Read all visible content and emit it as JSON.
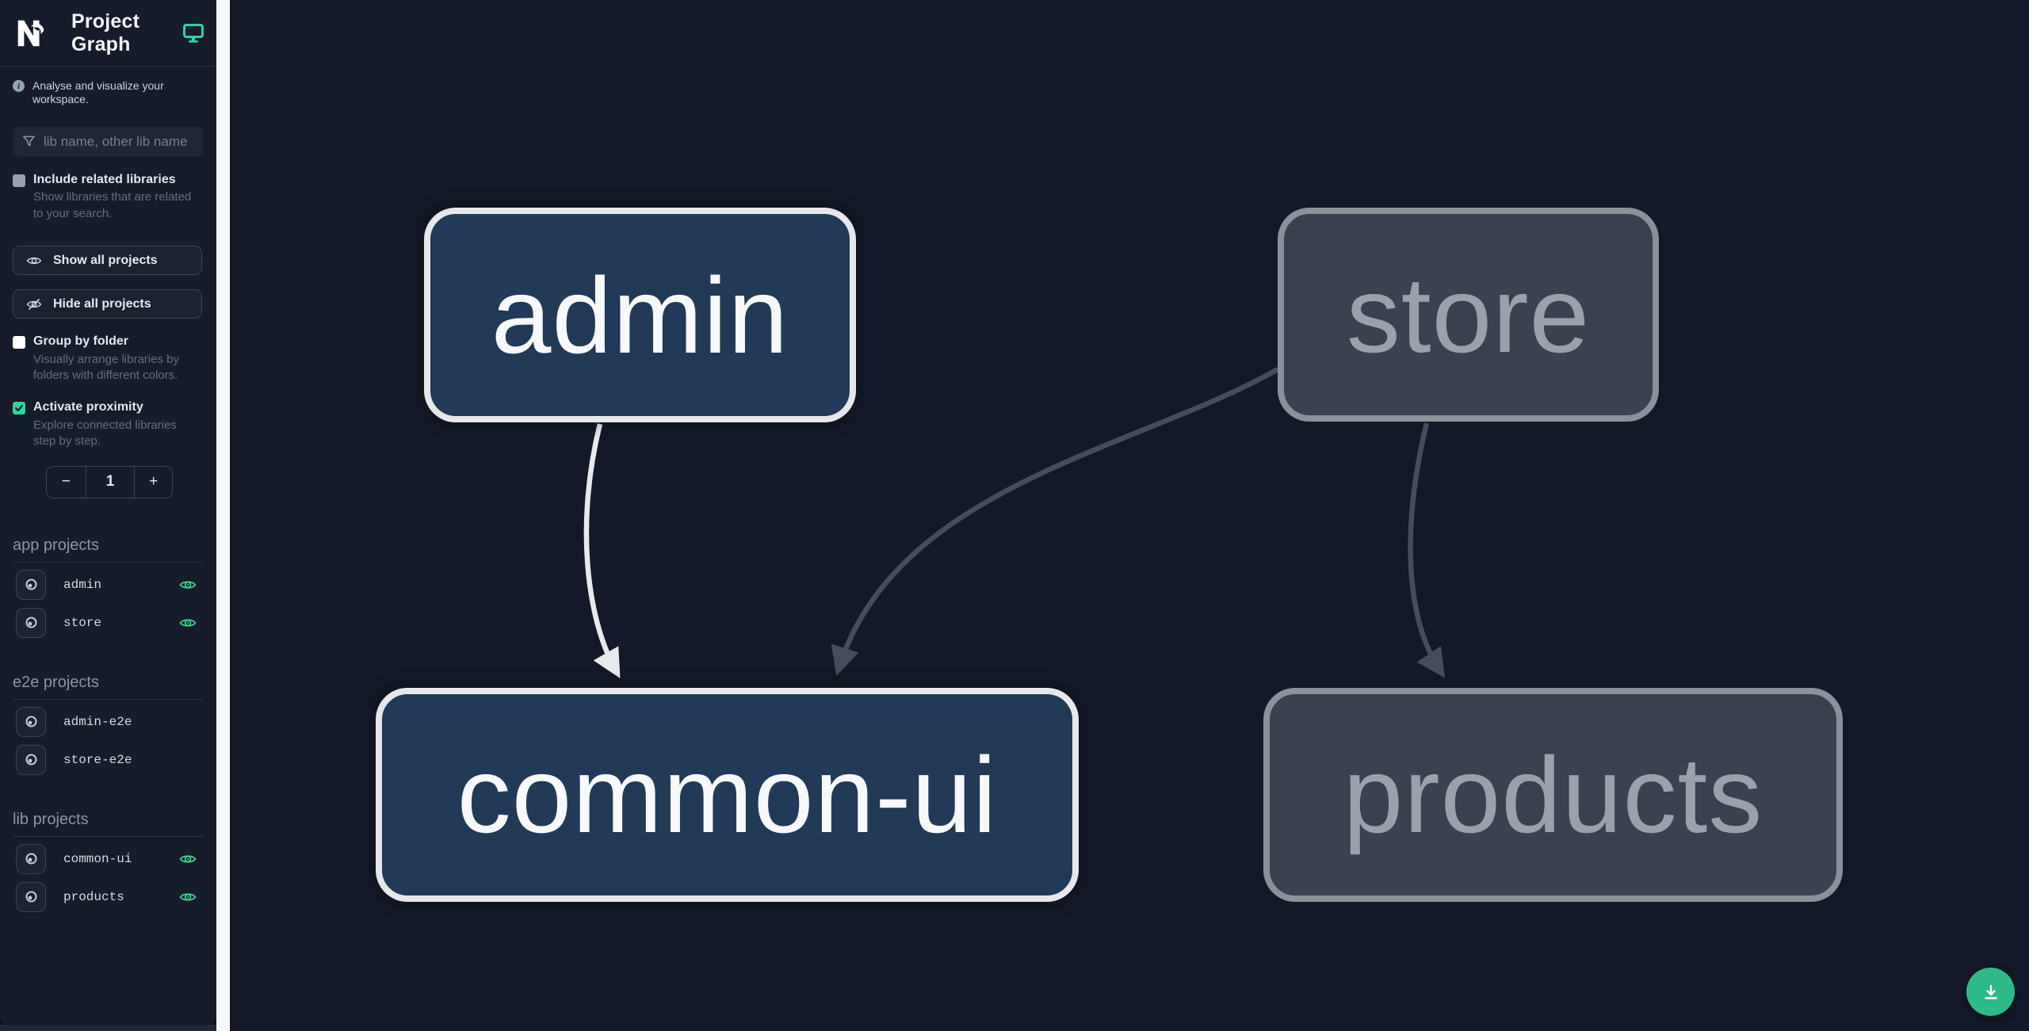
{
  "header": {
    "title": "Project Graph",
    "logo": "nx-logo",
    "monitor_icon_color": "#2ed3a3"
  },
  "sidebar": {
    "tagline": "Analyse and visualize your workspace.",
    "search": {
      "placeholder": "lib name, other lib name",
      "icon": "filter-funnel-icon"
    },
    "checkboxes": [
      {
        "label": "Include related libraries",
        "description": "Show libraries that are related to your search.",
        "checked": false
      },
      {
        "label": "Group by folder",
        "description": "Visually arrange libraries by folders with different colors.",
        "checked": false
      },
      {
        "label": "Activate proximity",
        "description": "Explore connected libraries step by step.",
        "checked": true
      }
    ],
    "buttons": [
      {
        "label": "Show all projects",
        "icon": "eye-icon"
      },
      {
        "label": "Hide all projects",
        "icon": "eye-off-icon"
      }
    ],
    "proximity_counter": {
      "decrement": "−",
      "value": "1",
      "increment": "+"
    },
    "sections": [
      {
        "title": "app projects",
        "items": [
          {
            "name": "admin",
            "visible": true
          },
          {
            "name": "store",
            "visible": true
          }
        ]
      },
      {
        "title": "e2e projects",
        "items": [
          {
            "name": "admin-e2e",
            "visible": false
          },
          {
            "name": "store-e2e",
            "visible": false
          }
        ]
      },
      {
        "title": "lib projects",
        "items": [
          {
            "name": "common-ui",
            "visible": true
          },
          {
            "name": "products",
            "visible": true
          }
        ]
      }
    ]
  },
  "graph": {
    "nodes": [
      {
        "id": "admin",
        "label": "admin",
        "state": "focused"
      },
      {
        "id": "store",
        "label": "store",
        "state": "faded"
      },
      {
        "id": "common-ui",
        "label": "common-ui",
        "state": "focused"
      },
      {
        "id": "products",
        "label": "products",
        "state": "faded"
      }
    ],
    "edges": [
      {
        "from": "admin",
        "to": "common-ui",
        "state": "focused"
      },
      {
        "from": "store",
        "to": "common-ui",
        "state": "faded"
      },
      {
        "from": "store",
        "to": "products",
        "state": "faded"
      }
    ]
  },
  "colors": {
    "sidebar_bg": "#161c2b",
    "canvas_bg": "#131928",
    "node_focused_bg": "#203a57",
    "node_focused_border": "#e6e7ea",
    "node_faded_bg": "#3a4150",
    "node_faded_border": "#8b919c",
    "edge_focused": "#e7e9ec",
    "edge_faded": "#454d5c",
    "eye_green": "#3ecf8e",
    "download_green": "#2eb989"
  },
  "download_button": {
    "icon": "download-icon"
  }
}
